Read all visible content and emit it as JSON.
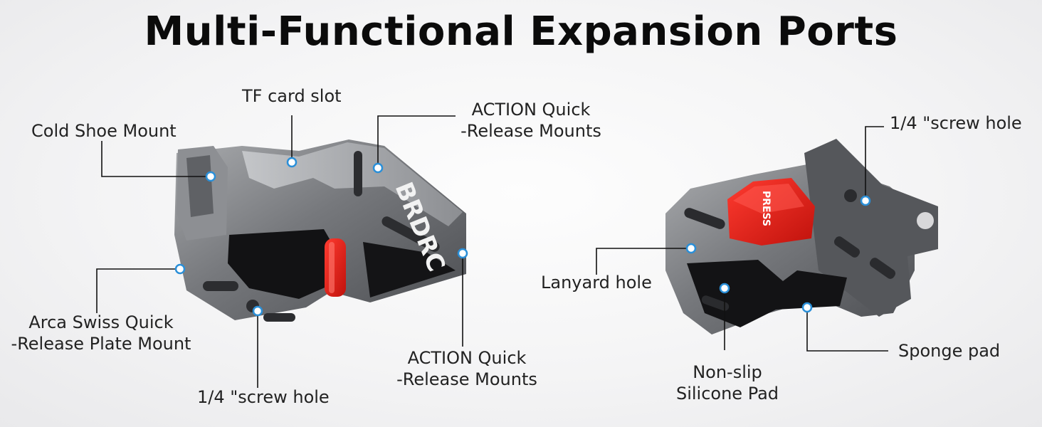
{
  "title": "Multi-Functional Expansion Ports",
  "brand_text": "BRDRC",
  "button_text": "PRESS",
  "colors": {
    "accent_red": "#e8231c",
    "metal": "#6b6d70",
    "leader_line": "#111111",
    "dot": "#2a8fd8"
  },
  "left_product": {
    "labels": {
      "tf_card_slot": "TF card slot",
      "cold_shoe": "Cold Shoe Mount",
      "action_top_line1": "ACTION Quick",
      "action_top_line2": "-Release Mounts",
      "arca_line1": "Arca Swiss Quick",
      "arca_line2": "-Release Plate Mount",
      "screw_hole": "1/4 \"screw hole",
      "action_bottom_line1": "ACTION Quick",
      "action_bottom_line2": "-Release Mounts"
    }
  },
  "right_product": {
    "labels": {
      "screw_hole": "1/4 \"screw hole",
      "lanyard": "Lanyard hole",
      "nonslip_line1": "Non-slip",
      "nonslip_line2": "Silicone Pad",
      "sponge": "Sponge pad"
    }
  }
}
